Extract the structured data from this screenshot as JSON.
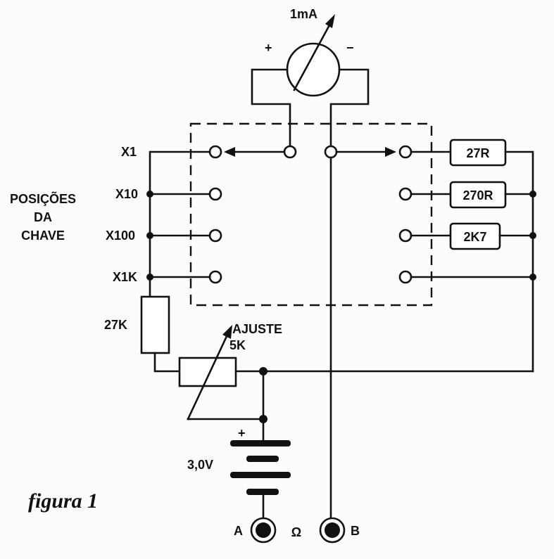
{
  "meter": {
    "label": "1mA",
    "plus": "+",
    "minus": "−"
  },
  "switch_positions": {
    "title_line1": "POSIÇÕES",
    "title_line2": "DA",
    "title_line3": "CHAVE",
    "pos1": "X1",
    "pos2": "X10",
    "pos3": "X100",
    "pos4": "X1K"
  },
  "resistors": {
    "r1": "27R",
    "r2": "270R",
    "r3": "2K7",
    "series": "27K"
  },
  "adjust": {
    "line1": "AJUSTE",
    "line2": "5K"
  },
  "battery": {
    "voltage": "3,0V",
    "plus": "+"
  },
  "terminals": {
    "a": "A",
    "b": "B",
    "ohm": "Ω"
  },
  "caption": "figura 1"
}
